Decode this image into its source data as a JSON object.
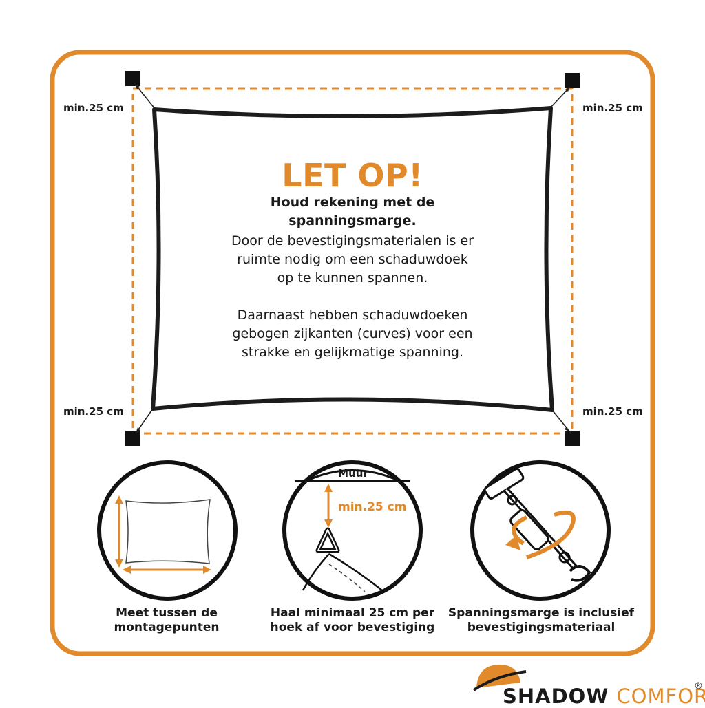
{
  "warning": {
    "title": "LET OP!",
    "intro_line1": "Houd rekening met de",
    "intro_line2": "spanningsmarge.",
    "para1": [
      "Door de bevestigingsmaterialen is er",
      "ruimte nodig om een schaduwdoek",
      "op te kunnen spannen."
    ],
    "para2": [
      "Daarnaast hebben schaduwdoeken",
      "gebogen zijkanten (curves) voor een",
      "strakke en gelijkmatige spanning."
    ]
  },
  "corners": {
    "top_left": "min.25 cm",
    "top_right": "min.25 cm",
    "bottom_left": "min.25 cm",
    "bottom_right": "min.25 cm"
  },
  "panels": {
    "measure": {
      "caption": [
        "Meet tussen de",
        "montagepunten"
      ]
    },
    "wall": {
      "wall_label": "Muur",
      "distance_label": "min.25 cm",
      "caption": [
        "Haal minimaal 25 cm per",
        "hoek af voor bevestiging"
      ]
    },
    "tension": {
      "caption": [
        "Spanningsmarge is inclusief",
        "bevestigingsmateriaal"
      ]
    }
  },
  "brand": {
    "name_part1": "SHADOW",
    "name_part2": "COMFORT",
    "registered": "®"
  },
  "colors": {
    "accent": "#e08a2c",
    "ink": "#1a1a1a",
    "background": "#ffffff"
  }
}
